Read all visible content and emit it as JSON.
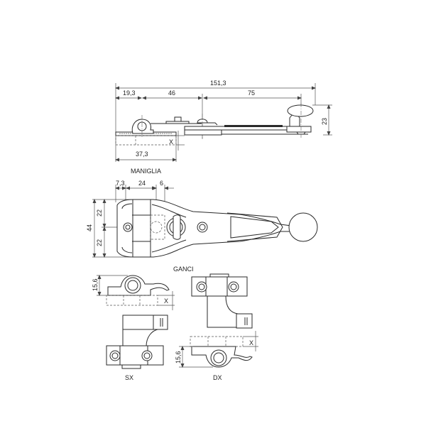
{
  "drawing": {
    "top_view": {
      "dimensions": {
        "overall_length": "151,3",
        "pivot_offset": "19,3",
        "pivot_to_mid": "46",
        "mid_to_knob": "75",
        "height": "23",
        "base_length": "37,3",
        "variable": "X"
      }
    },
    "handle_view": {
      "title": "MANIGLIA",
      "dimensions": {
        "edge_to_hole": "7,3",
        "hole_to_pivot": "24",
        "pivot_width": "6",
        "total_height": "44",
        "upper_half": "22",
        "lower_half": "22"
      }
    },
    "hooks_view": {
      "title": "GANCI",
      "left_label": "SX",
      "right_label": "DX",
      "dimensions": {
        "sx_height": "15,6",
        "sx_variable": "X",
        "dx_height": "15,6",
        "dx_variable": "X"
      }
    }
  }
}
